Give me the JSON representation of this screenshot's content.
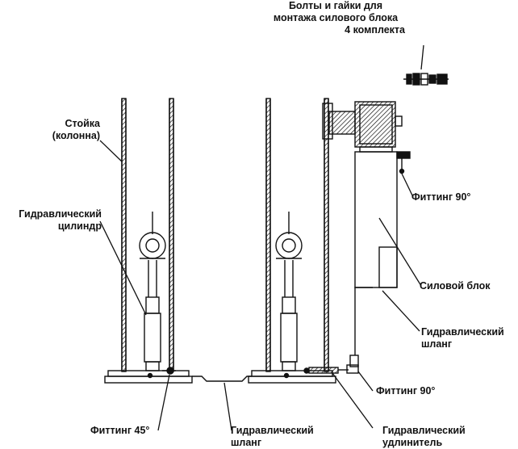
{
  "labels": {
    "bolts": [
      "Болты и гайки для",
      "монтажа силового блока",
      "4 комплекта"
    ],
    "column": [
      "Стойка",
      "(колонна)"
    ],
    "cylinder": [
      "Гидравлический",
      "цилиндр"
    ],
    "fitting_90_top": "Фиттинг 90°",
    "power_unit": "Силовой блок",
    "hose_right": [
      "Гидравлический",
      "шланг"
    ],
    "fitting_90_bottom": "Фиттинг 90°",
    "fitting_45": "Фиттинг 45°",
    "hose_bottom": [
      "Гидравлический",
      "шланг"
    ],
    "extension": [
      "Гидравлический",
      "удлинитель"
    ]
  },
  "colors": {
    "ink": "#111111",
    "paper": "#ffffff"
  }
}
